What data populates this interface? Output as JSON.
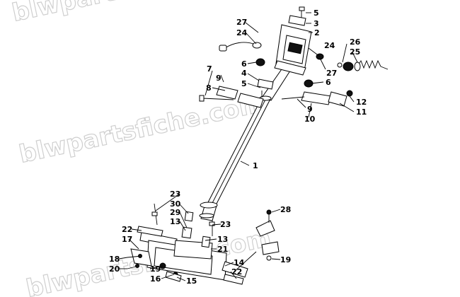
{
  "watermark": {
    "line1": "blwpartsfiche.com",
    "line2": "blwpartsfiche.com",
    "line3": "blwpartsfiche.com"
  },
  "callouts": {
    "c1": "1",
    "c2": "2",
    "c3": "3",
    "c4": "4",
    "c5a": "5",
    "c5b": "5",
    "c6a": "6",
    "c6b": "6",
    "c7": "7",
    "c8": "8",
    "c9a": "9",
    "c9b": "9",
    "c10": "10",
    "c11": "11",
    "c12": "12",
    "c13a": "13",
    "c13b": "13",
    "c14": "14",
    "c15": "15",
    "c16": "16",
    "c17": "17",
    "c18": "18",
    "c19a": "19",
    "c19b": "19",
    "c20": "20",
    "c21": "21",
    "c22a": "22",
    "c22b": "22",
    "c23a": "23",
    "c23b": "23",
    "c24a": "24",
    "c24b": "24",
    "c25": "25",
    "c26": "26",
    "c27a": "27",
    "c27b": "27",
    "c28": "28",
    "c29": "29",
    "c30": "30"
  }
}
